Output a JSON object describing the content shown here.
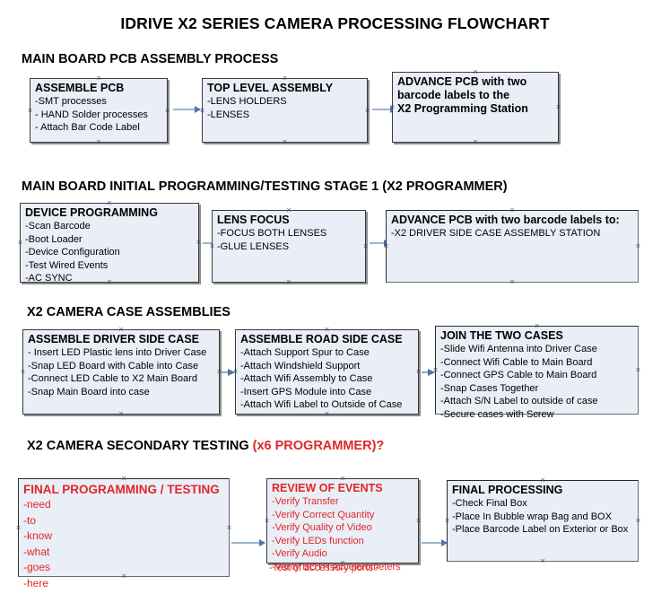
{
  "document": {
    "title": "IDRIVE X2  SERIES CAMERA PROCESSING FLOWCHART"
  },
  "colors": {
    "box_fill": "#e9eef7",
    "box_border": "#2a2a2a",
    "arrow_line": "#8fa9c4",
    "arrow_head": "#4876b0",
    "red_text": "#e02727",
    "black_text": "#000000"
  },
  "sections": [
    {
      "heading": "MAIN BOARD PCB ASSEMBLY PROCESS",
      "heading_red": "",
      "boxes": [
        {
          "title": "ASSEMBLE PCB",
          "lines": [
            "-SMT processes",
            "- HAND Solder processes",
            "- Attach Bar Code Label"
          ]
        },
        {
          "title": "TOP LEVEL ASSEMBLY",
          "lines": [
            "-LENS HOLDERS",
            "-LENSES"
          ]
        },
        {
          "title": "ADVANCE PCB with two",
          "lines": [
            "barcode labels to the",
            " X2 Programming Station"
          ]
        }
      ]
    },
    {
      "heading": "MAIN BOARD INITIAL PROGRAMMING/TESTING STAGE 1 (X2 PROGRAMMER)",
      "heading_red": "",
      "boxes": [
        {
          "title": "DEVICE PROGRAMMING",
          "lines": [
            "-Scan Barcode",
            "-Boot Loader",
            "-Device Configuration",
            "-Test Wired Events",
            "-AC SYNC"
          ]
        },
        {
          "title": "LENS FOCUS",
          "lines": [
            "-FOCUS BOTH LENSES",
            "-GLUE LENSES"
          ]
        },
        {
          "title": "ADVANCE PCB with two barcode labels to:",
          "lines": [
            "-X2 DRIVER  SIDE  CASE  ASSEMBLY STATION"
          ]
        }
      ]
    },
    {
      "heading": "X2 CAMERA CASE ASSEMBLIES",
      "heading_red": "",
      "boxes": [
        {
          "title": "ASSEMBLE DRIVER SIDE CASE",
          "lines": [
            "- Insert LED Plastic lens into Driver Case",
            "-Snap LED Board with Cable into Case",
            "-Connect LED Cable to X2 Main Board",
            "-Snap Main Board into case"
          ]
        },
        {
          "title": "ASSEMBLE ROAD SIDE CASE",
          "lines": [
            "-Attach Support Spur to Case",
            "-Attach Windshield Support",
            "-Attach Wifi Assembly to Case",
            "-Insert GPS Module into Case",
            "-Attach Wifi Label to Outside of Case"
          ]
        },
        {
          "title": "JOIN THE TWO CASES",
          "lines": [
            "-Slide Wifi Antenna into Driver Case",
            "-Connect Wifi Cable to Main Board",
            "-Connect GPS Cable to Main Board",
            "-Snap Cases Together",
            "-Attach S/N Label to outside of case",
            "-Secure cases with Screw"
          ]
        }
      ]
    },
    {
      "heading": "X2 CAMERA SECONDARY TESTING",
      "heading_red": "(x6 PROGRAMMER)?",
      "boxes": [
        {
          "title": "FINAL PROGRAMMING / TESTING",
          "lines": [
            "-need",
            "-to",
            "-know",
            "-what",
            "-goes",
            "-here"
          ]
        },
        {
          "title": "REVIEW OF EVENTS",
          "lines": [
            "-Verify Transfer",
            "-Verify Correct Quantity",
            "-Verify Quality of Video",
            "-Verify LEDs function",
            "-Verify Audio",
            "-Verify BOTH Accelerometers"
          ],
          "overflow_line": "-Test of accessory ports?"
        },
        {
          "title": "FINAL PROCESSING",
          "lines": [
            " -Check Final Box",
            "-Place In Bubble wrap Bag and BOX",
            "-Place Barcode Label on Exterior or Box"
          ]
        }
      ]
    }
  ]
}
